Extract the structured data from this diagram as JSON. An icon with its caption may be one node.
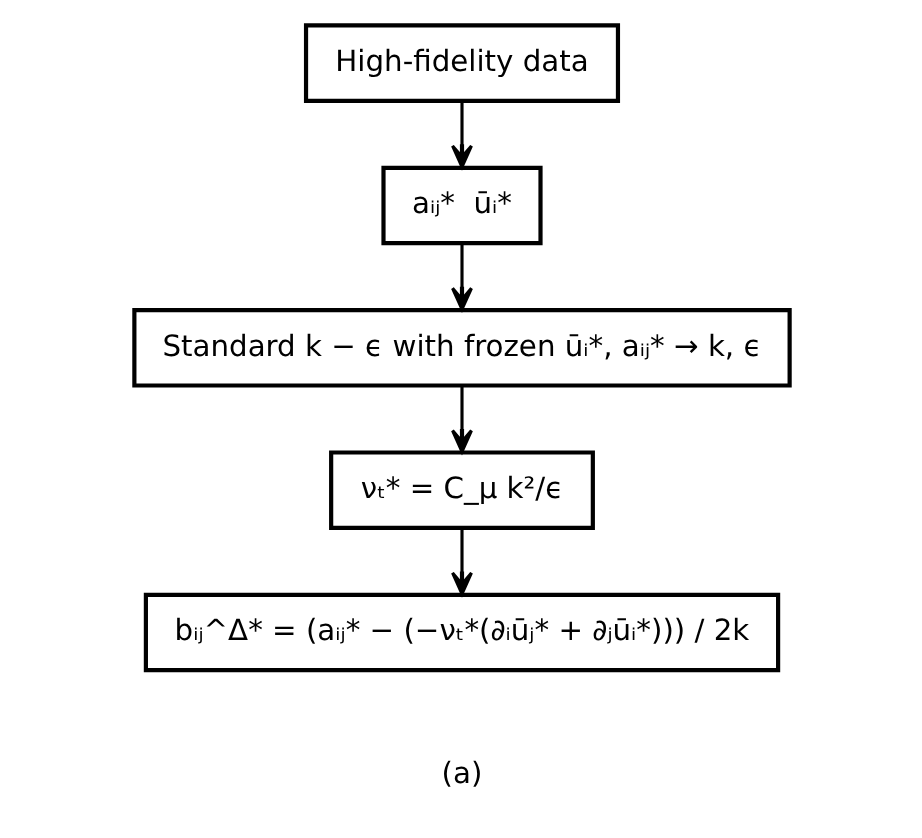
{
  "diagram": {
    "nodes": [
      {
        "text": [
          "High-fidelity data"
        ]
      },
      {
        "text": [
          "aᵢⱼ*  ūᵢ*"
        ]
      },
      {
        "text": [
          "Standard k − ϵ with frozen ūᵢ*, aᵢⱼ* → k, ϵ"
        ]
      },
      {
        "text": [
          "νₜ* = C_μ k²/ϵ"
        ]
      },
      {
        "text": [
          "bᵢⱼ^Δ* = (aᵢⱼ* − (−νₜ*(∂ᵢūⱼ* + ∂ⱼūᵢ*))) / 2k"
        ]
      }
    ],
    "edges": [
      {
        "from": 0,
        "to": 1,
        "arrow": "to"
      },
      {
        "from": 1,
        "to": 2,
        "arrow": "to"
      },
      {
        "from": 2,
        "to": 3,
        "arrow": "to"
      },
      {
        "from": 3,
        "to": 4,
        "arrow": "to"
      }
    ],
    "labels": [
      "(a)"
    ]
  }
}
